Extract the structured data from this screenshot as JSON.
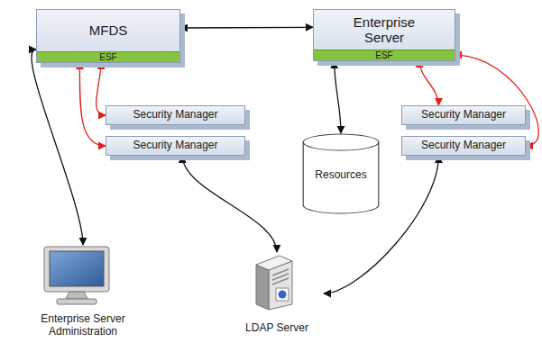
{
  "diagram": {
    "nodes": [
      {
        "text": [
          "MFDS"
        ]
      },
      {
        "text": [
          "ESF"
        ],
        "in": 0
      },
      {
        "text": [
          "Enterprise Server"
        ]
      },
      {
        "text": [
          "ESF"
        ],
        "in": 2
      },
      {
        "text": [
          "Security Manager"
        ]
      },
      {
        "text": [
          "Security Manager"
        ]
      },
      {
        "text": [
          "Resources"
        ]
      },
      {
        "text": [
          "Security Manager"
        ]
      },
      {
        "text": [
          "Security Manager"
        ]
      },
      {
        "text": [
          "Enterprise Server Administration"
        ]
      },
      {
        "text": [
          "LDAP Server"
        ]
      }
    ],
    "edges": [
      {
        "from": 0,
        "to": 2,
        "arrow": "both"
      },
      {
        "from": 9,
        "to": 0,
        "arrow": "both"
      },
      {
        "from": 1,
        "to": 4,
        "arrow": "both"
      },
      {
        "from": 1,
        "to": 5,
        "arrow": "both"
      },
      {
        "from": 5,
        "to": 10,
        "arrow": "both"
      },
      {
        "from": 2,
        "to": 6,
        "arrow": "both"
      },
      {
        "from": 3,
        "to": 7,
        "arrow": "both"
      },
      {
        "from": 3,
        "to": 8,
        "arrow": "both"
      },
      {
        "from": 8,
        "to": 10,
        "arrow": "both"
      }
    ]
  }
}
